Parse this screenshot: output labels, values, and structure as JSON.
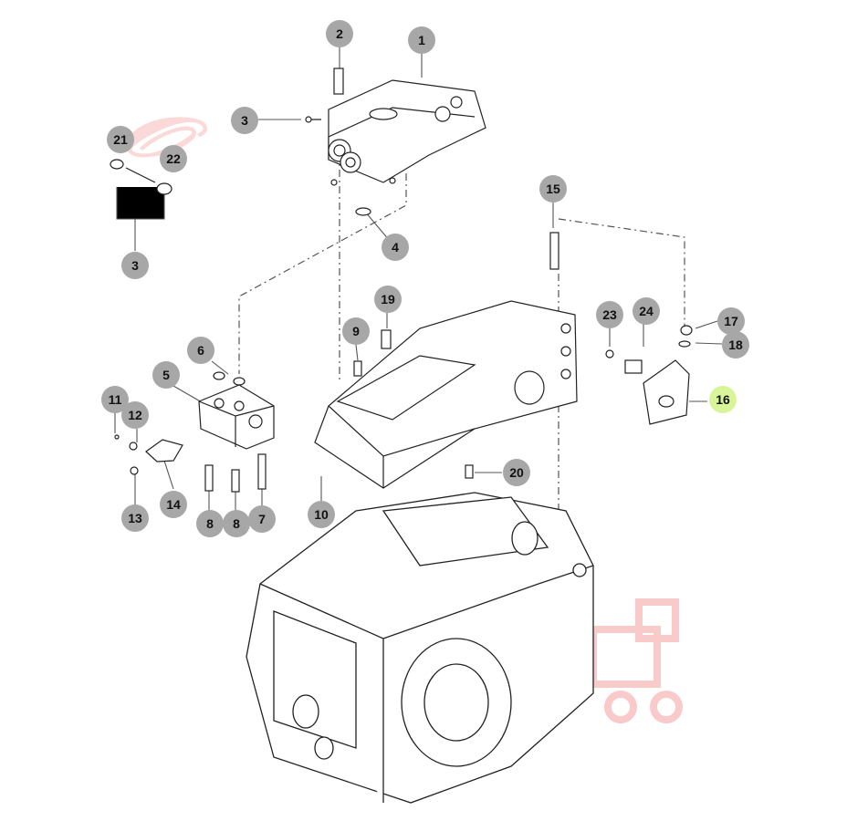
{
  "callouts": [
    {
      "id": "c1",
      "label": "1"
    },
    {
      "id": "c2",
      "label": "2"
    },
    {
      "id": "c3a",
      "label": "3"
    },
    {
      "id": "c3b",
      "label": "3"
    },
    {
      "id": "c4",
      "label": "4"
    },
    {
      "id": "c5",
      "label": "5"
    },
    {
      "id": "c6",
      "label": "6"
    },
    {
      "id": "c7",
      "label": "7"
    },
    {
      "id": "c8a",
      "label": "8"
    },
    {
      "id": "c8b",
      "label": "8"
    },
    {
      "id": "c9",
      "label": "9"
    },
    {
      "id": "c10",
      "label": "10"
    },
    {
      "id": "c11",
      "label": "11"
    },
    {
      "id": "c12",
      "label": "12"
    },
    {
      "id": "c13",
      "label": "13"
    },
    {
      "id": "c14",
      "label": "14"
    },
    {
      "id": "c15",
      "label": "15"
    },
    {
      "id": "c16",
      "label": "16",
      "highlighted": true
    },
    {
      "id": "c17",
      "label": "17"
    },
    {
      "id": "c18",
      "label": "18"
    },
    {
      "id": "c19",
      "label": "19"
    },
    {
      "id": "c20",
      "label": "20"
    },
    {
      "id": "c21",
      "label": "21"
    },
    {
      "id": "c22",
      "label": "22"
    },
    {
      "id": "c23",
      "label": "23"
    },
    {
      "id": "c24",
      "label": "24"
    }
  ],
  "colors": {
    "callout_fill": "#a7a7a7",
    "callout_highlight": "#d9f59a",
    "line": "#333333",
    "watermark": "#f07878"
  }
}
